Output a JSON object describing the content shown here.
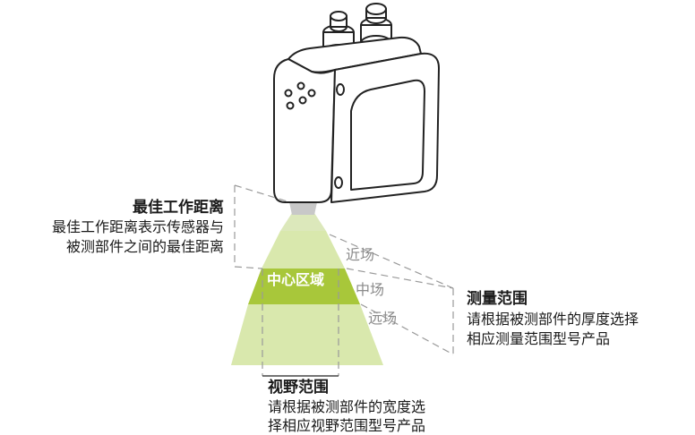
{
  "colors": {
    "beam_near": "#d9e8ad",
    "beam_mid": "#a8c73a",
    "beam_far": "#d9e8ad",
    "beam_top": "#dce8bb",
    "lens": "#c8c8c8",
    "outline": "#222222",
    "dash": "#9a9a9a",
    "zone_text": "#8a8a8a"
  },
  "optimal_distance": {
    "title": "最佳工作距离",
    "line1": "最佳工作距离表示传感器与",
    "line2": "被测部件之间的最佳距离"
  },
  "zones": {
    "near": "近场",
    "mid": "中场",
    "far": "远场",
    "center": "中心区域"
  },
  "measurement_range": {
    "title": "测量范围",
    "line1": "请根据被测部件的厚度选择",
    "line2": "相应测量范围型号产品"
  },
  "field_of_view": {
    "title": "视野范围",
    "line1": "请根据被测部件的宽度选",
    "line2": "择相应视野范围型号产品"
  }
}
